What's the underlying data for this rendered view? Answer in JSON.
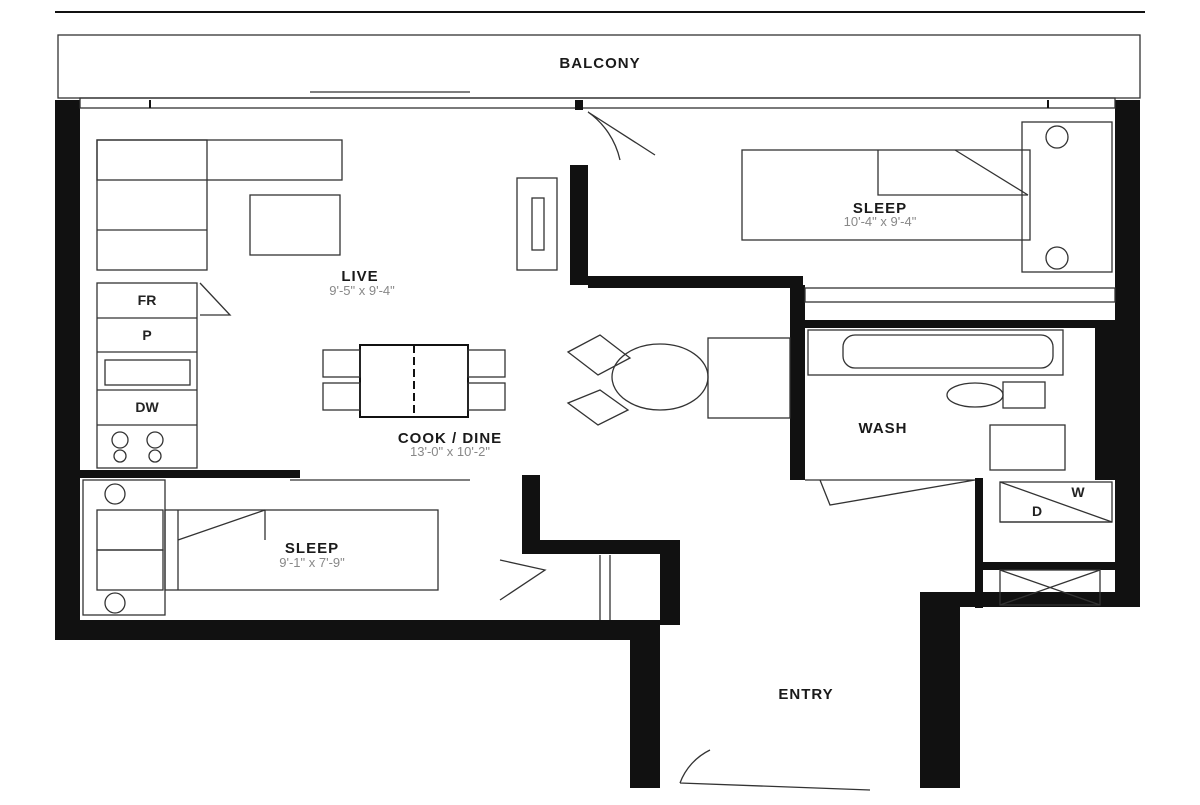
{
  "rooms": {
    "balcony": {
      "label": "BALCONY"
    },
    "live": {
      "label": "LIVE",
      "dimensions": "9'-5\" x 9'-4\""
    },
    "sleep_main": {
      "label": "SLEEP",
      "dimensions": "10'-4\" x 9'-4\""
    },
    "cook_dine": {
      "label": "COOK / DINE",
      "dimensions": "13'-0\" x 10'-2\""
    },
    "wash": {
      "label": "WASH"
    },
    "sleep_second": {
      "label": "SLEEP",
      "dimensions": "9'-1\" x 7'-9\""
    },
    "entry": {
      "label": "ENTRY"
    }
  },
  "appliances": {
    "fridge": "FR",
    "pantry": "P",
    "dishwasher": "DW",
    "washer": "W",
    "dryer": "D"
  }
}
